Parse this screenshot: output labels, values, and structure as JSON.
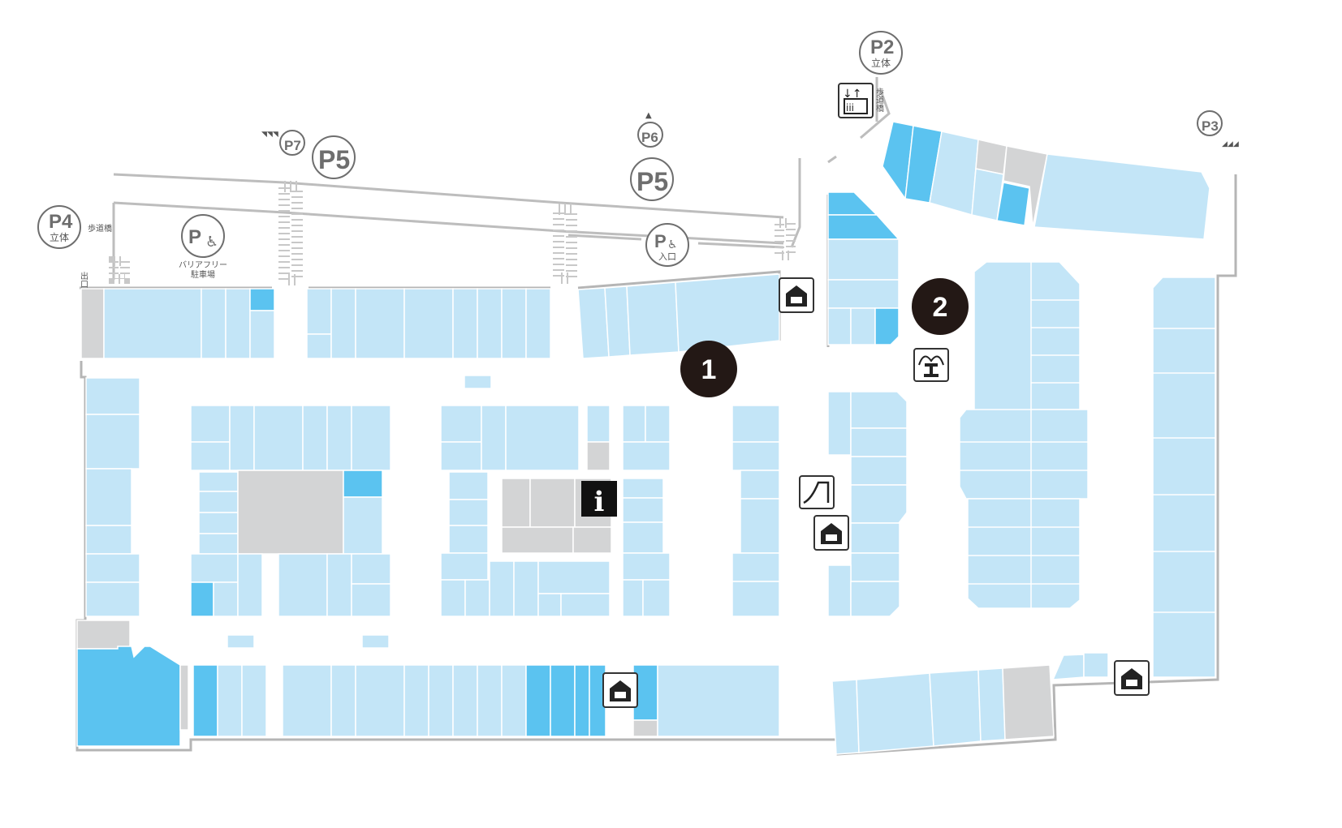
{
  "parking": {
    "p4": {
      "label": "P4",
      "sub": "立体"
    },
    "p7": {
      "label": "P7"
    },
    "p5a": {
      "label": "P5"
    },
    "p6": {
      "label": "P6"
    },
    "p5b": {
      "label": "P5"
    },
    "p2": {
      "label": "P2",
      "sub": "立体"
    },
    "p3": {
      "label": "P3"
    },
    "accessible": {
      "label": "P",
      "sub1": "バリアフリー",
      "sub2": "駐車場"
    },
    "accessible_entrance": {
      "label": "P",
      "sub": "入口"
    }
  },
  "labels": {
    "footbridge_left": "歩道橋",
    "footbridge_right": "歩道橋",
    "exit": "出口"
  },
  "zones": {
    "zone1": "1",
    "zone2": "2"
  },
  "icons": [
    "elevator-icon",
    "information-icon",
    "fountain-icon",
    "slide-icon",
    "shop-entrance-icon"
  ],
  "colors": {
    "shop": "#c3e5f7",
    "highlight": "#5bc3f0",
    "facility": "#d3d4d5",
    "zone": "#231815"
  }
}
